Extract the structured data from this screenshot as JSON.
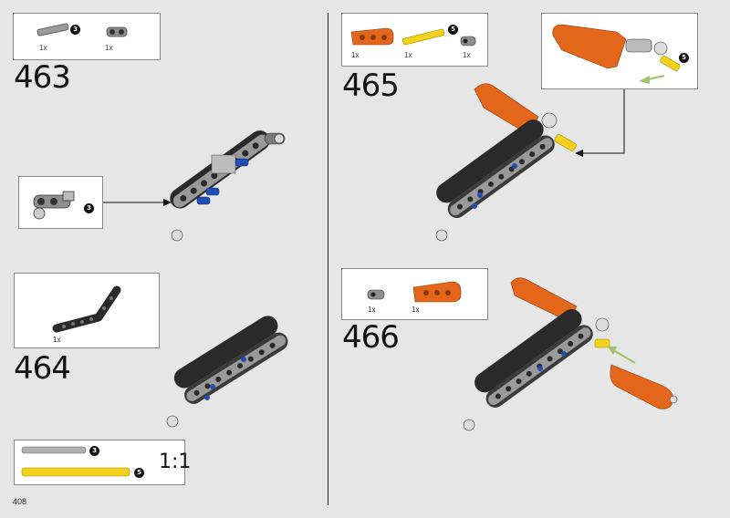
{
  "page": {
    "number": "408"
  },
  "steps": [
    {
      "number": "463",
      "parts": [
        {
          "qty": "1x",
          "length_badge": "3"
        },
        {
          "qty": "1x"
        }
      ]
    },
    {
      "number": "464",
      "parts": [
        {
          "qty": "1x"
        }
      ]
    },
    {
      "number": "465",
      "parts": [
        {
          "qty": "1x"
        },
        {
          "qty": "1x",
          "length_badge": "5"
        },
        {
          "qty": "1x"
        }
      ]
    },
    {
      "number": "466",
      "parts": [
        {
          "qty": "1x"
        },
        {
          "qty": "1x"
        }
      ]
    }
  ],
  "callouts": {
    "step463_sub": {
      "badge": "3"
    },
    "step465_sub": {
      "badge": "5"
    }
  },
  "scale_box": {
    "ratio": "1:1",
    "badge_grey": "3",
    "badge_yellow": "5"
  },
  "colors": {
    "orange": "#e4661b",
    "yellow": "#f2d21a",
    "dark": "#2a2a2a",
    "grey": "#8f8f8f",
    "blue": "#1f4fb3",
    "arrow_green": "#9ec468"
  }
}
